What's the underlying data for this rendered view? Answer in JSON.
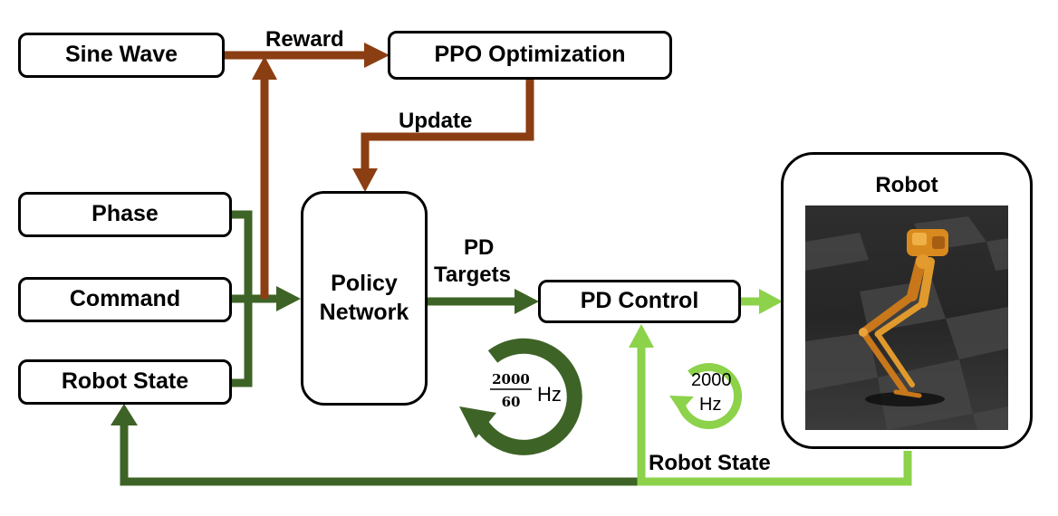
{
  "boxes": {
    "sine_wave": "Sine Wave",
    "ppo": "PPO Optimization",
    "phase": "Phase",
    "command": "Command",
    "robot_state": "Robot State",
    "policy_line1": "Policy",
    "policy_line2": "Network",
    "pd_control": "PD Control",
    "robot": "Robot"
  },
  "labels": {
    "reward": "Reward",
    "update": "Update",
    "pd_targets_line1": "PD",
    "pd_targets_line2": "Targets",
    "robot_state_feedback": "Robot State"
  },
  "loops": {
    "policy_rate_numerator": "2000",
    "policy_rate_denominator": "60",
    "policy_rate_unit": "Hz",
    "pd_rate_value": "2000",
    "pd_rate_unit": "Hz"
  },
  "colors": {
    "reward_path": "#8B3E12",
    "policy_path": "#3E6326",
    "pd_path": "#8CD24A",
    "robot_body": "#D98A1F",
    "floor_dark": "#2a2a2a",
    "floor_light": "#4a4a4a"
  }
}
